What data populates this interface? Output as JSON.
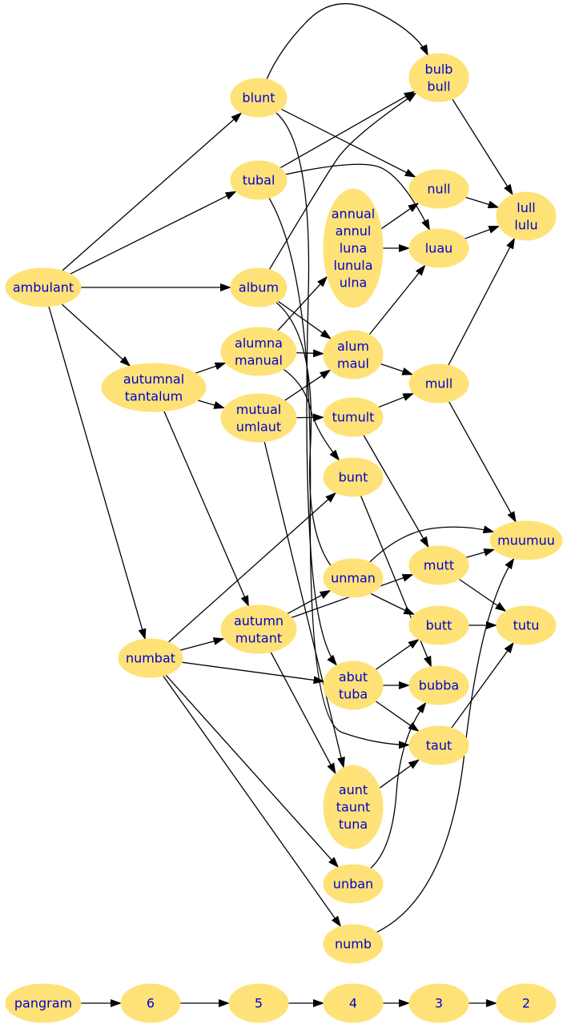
{
  "graph": {
    "nodes": [
      {
        "id": "ambulant",
        "lines": [
          "ambulant"
        ]
      },
      {
        "id": "blunt",
        "lines": [
          "blunt"
        ]
      },
      {
        "id": "tubal",
        "lines": [
          "tubal"
        ]
      },
      {
        "id": "album",
        "lines": [
          "album"
        ]
      },
      {
        "id": "autumnal",
        "lines": [
          "autumnal",
          "tantalum"
        ]
      },
      {
        "id": "numbat",
        "lines": [
          "numbat"
        ]
      },
      {
        "id": "bulb",
        "lines": [
          "bulb",
          "bull"
        ]
      },
      {
        "id": "null",
        "lines": [
          "null"
        ]
      },
      {
        "id": "luau",
        "lines": [
          "luau"
        ]
      },
      {
        "id": "lull",
        "lines": [
          "lull",
          "lulu"
        ]
      },
      {
        "id": "annual",
        "lines": [
          "annual",
          "annul",
          "luna",
          "lunula",
          "ulna"
        ]
      },
      {
        "id": "alum",
        "lines": [
          "alum",
          "maul"
        ]
      },
      {
        "id": "alumna",
        "lines": [
          "alumna",
          "manual"
        ]
      },
      {
        "id": "mutual",
        "lines": [
          "mutual",
          "umlaut"
        ]
      },
      {
        "id": "mull",
        "lines": [
          "mull"
        ]
      },
      {
        "id": "tumult",
        "lines": [
          "tumult"
        ]
      },
      {
        "id": "bunt",
        "lines": [
          "bunt"
        ]
      },
      {
        "id": "muumuu",
        "lines": [
          "muumuu"
        ]
      },
      {
        "id": "unman",
        "lines": [
          "unman"
        ]
      },
      {
        "id": "mutt",
        "lines": [
          "mutt"
        ]
      },
      {
        "id": "autumn",
        "lines": [
          "autumn",
          "mutant"
        ]
      },
      {
        "id": "butt",
        "lines": [
          "butt"
        ]
      },
      {
        "id": "tutu",
        "lines": [
          "tutu"
        ]
      },
      {
        "id": "abut",
        "lines": [
          "abut",
          "tuba"
        ]
      },
      {
        "id": "bubba",
        "lines": [
          "bubba"
        ]
      },
      {
        "id": "taut",
        "lines": [
          "taut"
        ]
      },
      {
        "id": "aunt",
        "lines": [
          "aunt",
          "taunt",
          "tuna"
        ]
      },
      {
        "id": "unban",
        "lines": [
          "unban"
        ]
      },
      {
        "id": "numb",
        "lines": [
          "numb"
        ]
      },
      {
        "id": "pangram",
        "lines": [
          "pangram"
        ]
      },
      {
        "id": "n6",
        "lines": [
          "6"
        ]
      },
      {
        "id": "n5",
        "lines": [
          "5"
        ]
      },
      {
        "id": "n4",
        "lines": [
          "4"
        ]
      },
      {
        "id": "n3",
        "lines": [
          "3"
        ]
      },
      {
        "id": "n2",
        "lines": [
          "2"
        ]
      }
    ],
    "edges": [
      [
        "ambulant",
        "blunt"
      ],
      [
        "ambulant",
        "tubal"
      ],
      [
        "ambulant",
        "album"
      ],
      [
        "ambulant",
        "autumnal"
      ],
      [
        "ambulant",
        "numbat"
      ],
      [
        "blunt",
        "bulb"
      ],
      [
        "blunt",
        "null"
      ],
      [
        "blunt",
        "abut"
      ],
      [
        "tubal",
        "bulb"
      ],
      [
        "tubal",
        "luau"
      ],
      [
        "tubal",
        "taut"
      ],
      [
        "album",
        "bulb"
      ],
      [
        "album",
        "alum"
      ],
      [
        "album",
        "butt"
      ],
      [
        "autumnal",
        "alumna"
      ],
      [
        "autumnal",
        "mutual"
      ],
      [
        "autumnal",
        "autumn"
      ],
      [
        "numbat",
        "bunt"
      ],
      [
        "numbat",
        "autumn"
      ],
      [
        "numbat",
        "abut"
      ],
      [
        "numbat",
        "unban"
      ],
      [
        "numbat",
        "numb"
      ],
      [
        "bulb",
        "lull"
      ],
      [
        "null",
        "lull"
      ],
      [
        "luau",
        "lull"
      ],
      [
        "annual",
        "null"
      ],
      [
        "annual",
        "luau"
      ],
      [
        "alum",
        "luau"
      ],
      [
        "alum",
        "mull"
      ],
      [
        "alumna",
        "annual"
      ],
      [
        "alumna",
        "alum"
      ],
      [
        "alumna",
        "bunt"
      ],
      [
        "mutual",
        "alum"
      ],
      [
        "mutual",
        "tumult"
      ],
      [
        "mutual",
        "aunt"
      ],
      [
        "mull",
        "lull"
      ],
      [
        "mull",
        "muumuu"
      ],
      [
        "tumult",
        "mull"
      ],
      [
        "tumult",
        "mutt"
      ],
      [
        "bunt",
        "bubba"
      ],
      [
        "unman",
        "muumuu"
      ],
      [
        "mutt",
        "muumuu"
      ],
      [
        "mutt",
        "tutu"
      ],
      [
        "autumn",
        "unman"
      ],
      [
        "autumn",
        "mutt"
      ],
      [
        "autumn",
        "aunt"
      ],
      [
        "butt",
        "tutu"
      ],
      [
        "abut",
        "butt"
      ],
      [
        "abut",
        "bubba"
      ],
      [
        "abut",
        "taut"
      ],
      [
        "taut",
        "tutu"
      ],
      [
        "aunt",
        "taut"
      ],
      [
        "unban",
        "bubba"
      ],
      [
        "numb",
        "muumuu"
      ],
      [
        "pangram",
        "n6"
      ],
      [
        "n6",
        "n5"
      ],
      [
        "n5",
        "n4"
      ],
      [
        "n4",
        "n3"
      ],
      [
        "n3",
        "n2"
      ]
    ]
  }
}
